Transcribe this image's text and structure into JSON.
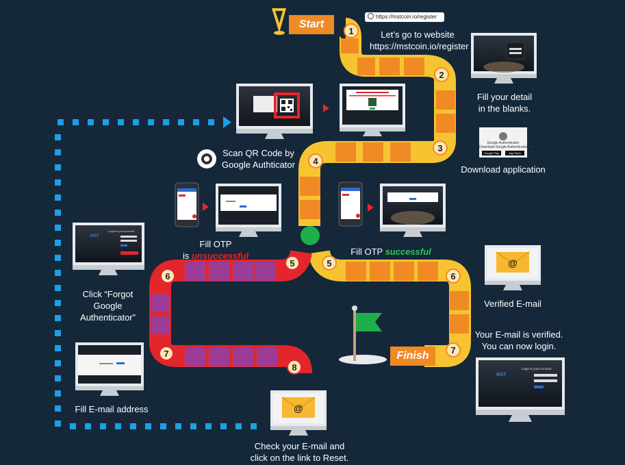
{
  "labels": {
    "start": "Start",
    "finish": "Finish",
    "url_bar": "https://mstcoin.io/register",
    "step1_line1": "Let’s go to website",
    "step1_line2": "https://mstcoin.io/register",
    "step2_line1": "Fill your detail",
    "step2_line2": "in the blanks.",
    "step3": "Download application",
    "step4_line1": "Scan QR Code by",
    "step4_line2": "Google Authticator",
    "otp_fail_line1": "Fill OTP",
    "otp_fail_prefix": "is ",
    "otp_fail_word": "unsuccessful",
    "otp_ok_prefix": "Fill OTP ",
    "otp_ok_word": "successful",
    "forgot_line1": "Click “Forgot",
    "forgot_line2": "Google",
    "forgot_line3": "Authenticator”",
    "fill_email": "Fill E-mail address",
    "check_line1": "Check your E-mail and",
    "check_line2": "click on the link to Reset.",
    "verified": "Verified E-mail",
    "verified_done_line1": "Your E-mail is verified.",
    "verified_done_line2": "You can now login.",
    "gauth_title": "Google Authenticator",
    "gauth_sub": "Download Google Authenticator App",
    "store_google": "Google Play",
    "store_apple": "App Store",
    "mst_logo": "MST",
    "login_title": "Login to your Account"
  },
  "steps": {
    "n1": "1",
    "n2": "2",
    "n3": "3",
    "n4": "4",
    "n5_left": "5",
    "n5_right": "5",
    "n6_left": "6",
    "n6_right": "6",
    "n7_left": "7",
    "n7_right": "7",
    "n8": "8"
  },
  "colors": {
    "background": "#14283a",
    "orange": "#f08a24",
    "yellow": "#f7c431",
    "red": "#e3262c",
    "purple": "#9b3c96",
    "green": "#1fae4b",
    "blue_dots": "#1c9fe8"
  },
  "icons": {
    "start_pin": "pin-icon",
    "finish_flag": "flag-icon",
    "email": "email-envelope-icon",
    "arrow": "arrow-right-icon",
    "qr": "qr-code-icon",
    "gauth": "google-authenticator-icon"
  }
}
